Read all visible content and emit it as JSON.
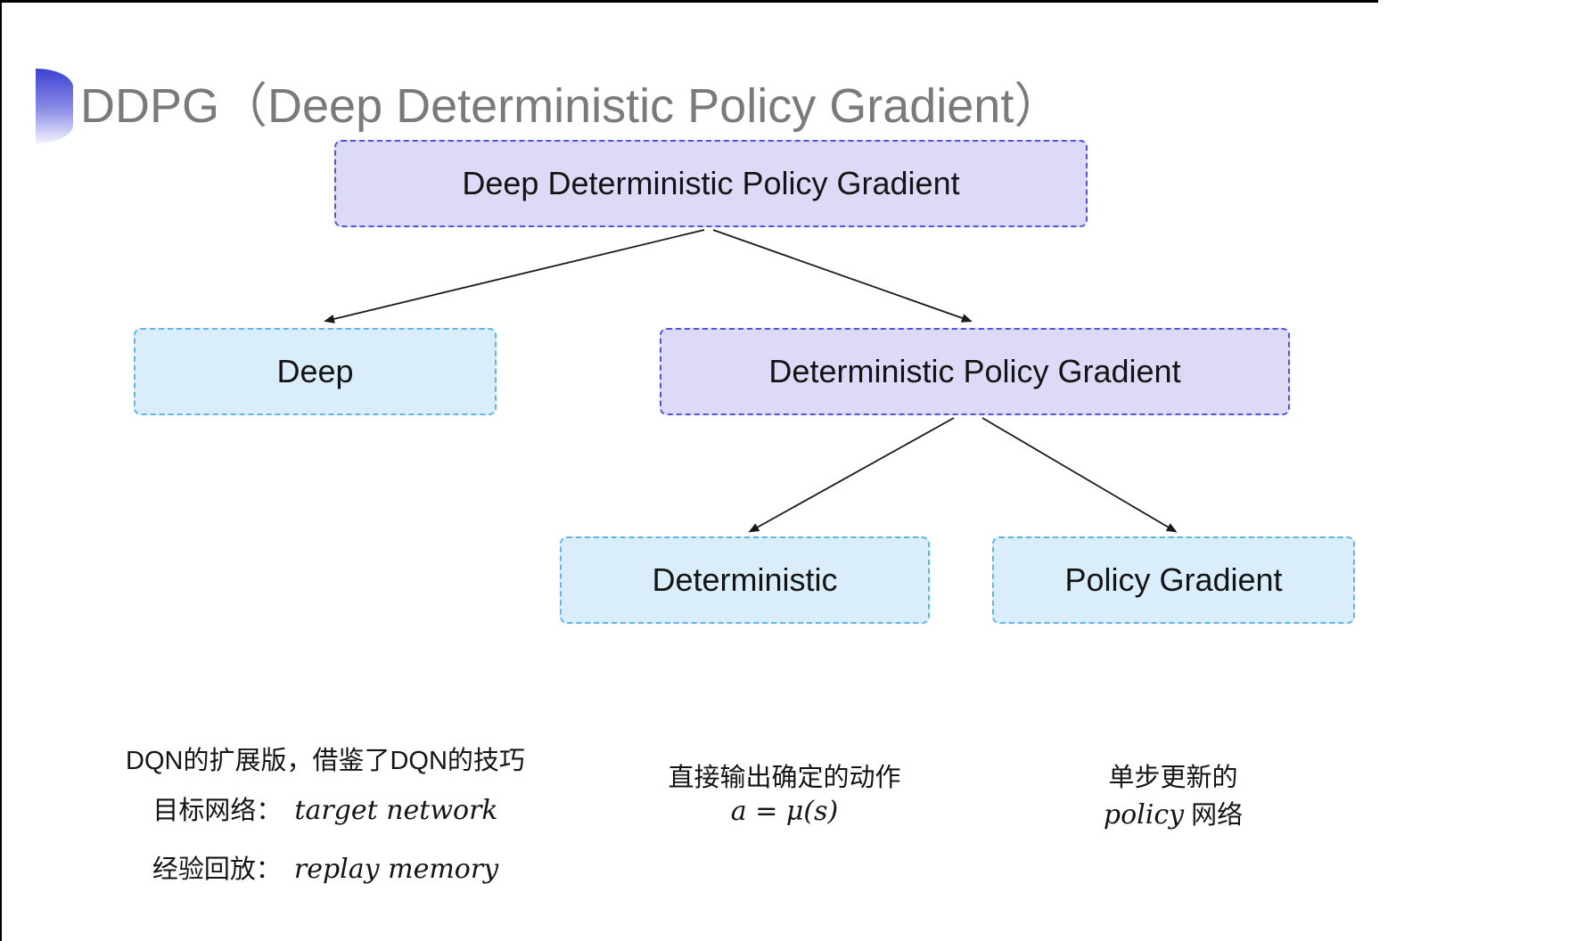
{
  "page": {
    "title": "DDPG（Deep Deterministic Policy Gradient）"
  },
  "tree": {
    "root": {
      "label": "Deep Deterministic Policy Gradient",
      "variant": "purple"
    },
    "level2": [
      {
        "label": "Deep",
        "variant": "blue"
      },
      {
        "label": "Deterministic Policy Gradient",
        "variant": "purple"
      }
    ],
    "level3": [
      {
        "label": "Deterministic",
        "variant": "blue"
      },
      {
        "label": "Policy Gradient",
        "variant": "blue"
      }
    ]
  },
  "notes": {
    "left": {
      "line1": "DQN的扩展版，借鉴了DQN的技巧",
      "line2_label": "目标网络：",
      "line2_term": "target network",
      "line3_label": "经验回放：",
      "line3_term": "replay memory"
    },
    "middle": {
      "line1": "直接输出确定的动作",
      "formula": "a = μ(s)"
    },
    "right": {
      "line1": "单步更新的",
      "term": "policy",
      "suffix": " 网络"
    }
  },
  "colors": {
    "purple_fill": "#dcdaf7",
    "purple_border": "#5153d8",
    "blue_fill": "#d9eefa",
    "blue_border": "#5fb5e5",
    "title_gray": "#7a7a7a",
    "bullet_blue": "#3c40d3",
    "arrow_black": "#1a1a1a"
  }
}
